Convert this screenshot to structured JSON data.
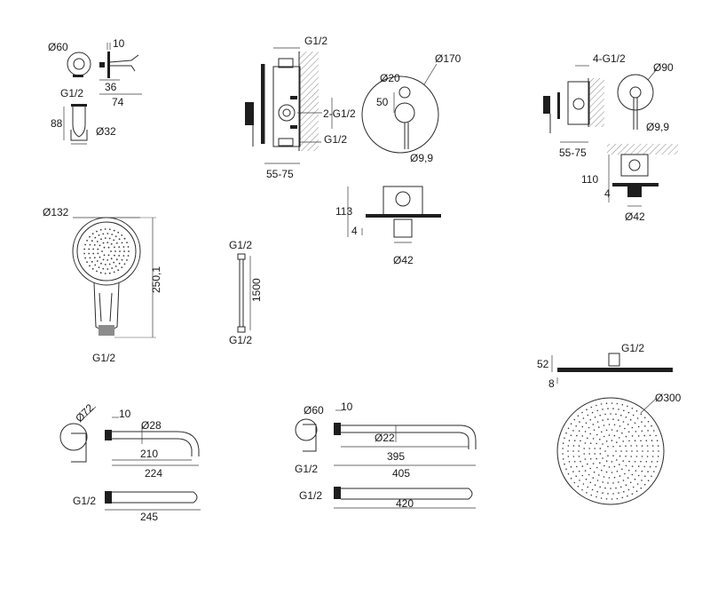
{
  "colors": {
    "line": "#2a2a2a",
    "fill": "#1e1e1e",
    "background": "#ffffff"
  },
  "holder": {
    "d_label": "Ø60",
    "w_label": "10",
    "depth_label": "36",
    "len_label": "74",
    "thread_label": "G1/2",
    "h_label": "88",
    "d2_label": "Ø32"
  },
  "mixer": {
    "thread_top_label": "G1/2",
    "thread_side_label": "2-G1/2",
    "thread_bottom_label": "G1/2",
    "depth_label": "55-75",
    "plate_label": "Ø170",
    "lever_label": "Ø20",
    "offset_label": "50",
    "handle_label": "Ø9,9",
    "body_h_label": "113",
    "body_d_label": "4",
    "body_w_label": "Ø42"
  },
  "valve": {
    "thread_label": "4-G1/2",
    "plate_label": "Ø90",
    "handle_label": "Ø9,9",
    "depth_label": "55-75",
    "body_h_label": "110",
    "body_d_label": "4",
    "body_w_label": "Ø42"
  },
  "hand_shower": {
    "d_label": "Ø132",
    "len_label": "250,1",
    "thread_label": "G1/2"
  },
  "hose": {
    "thread_top_label": "G1/2",
    "len_label": "1500",
    "thread_bottom_label": "G1/2"
  },
  "head": {
    "thread_label": "G1/2",
    "h_label": "52",
    "t_label": "8",
    "d_label": "Ø300"
  },
  "spout": {
    "flange_label": "Ø72",
    "w_label": "10",
    "d_label": "Ø28",
    "len1_label": "210",
    "len2_label": "224",
    "thread_label": "G1/2",
    "len3_label": "245"
  },
  "arm": {
    "flange_label": "Ø60",
    "w_label": "10",
    "d_label": "Ø22",
    "len1_label": "395",
    "len2_label": "405",
    "thread_label": "G1/2",
    "thread2_label": "G1/2",
    "len3_label": "420"
  }
}
